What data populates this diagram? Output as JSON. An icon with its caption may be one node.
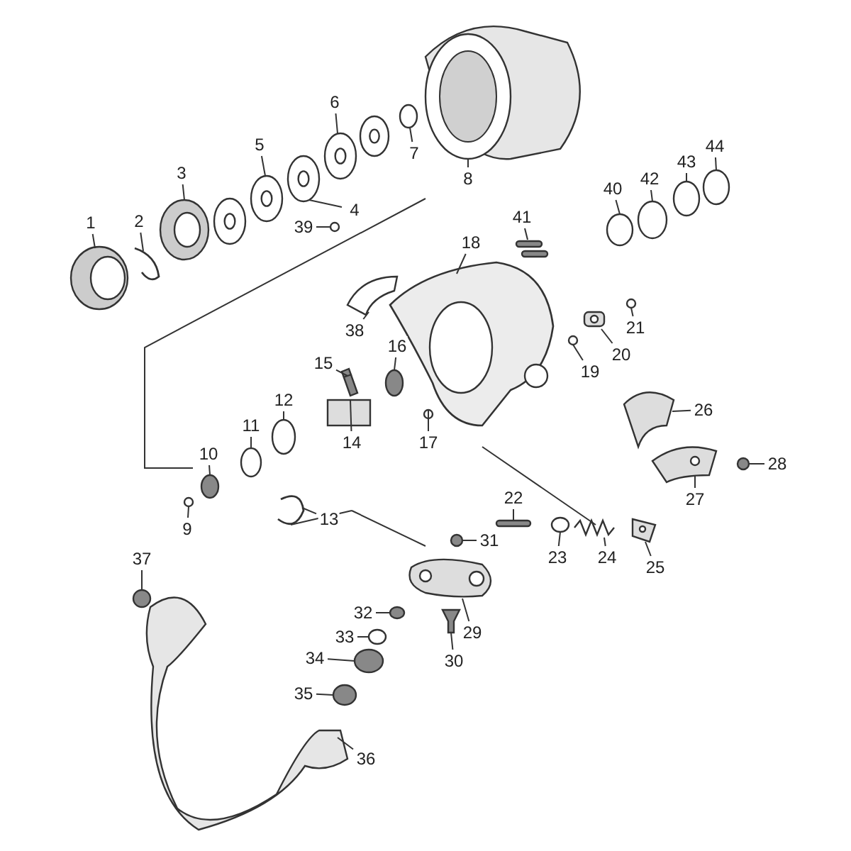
{
  "diagram": {
    "nodes": [
      {
        "text": [
          "1"
        ]
      },
      {
        "text": [
          "2"
        ]
      },
      {
        "text": [
          "3"
        ]
      },
      {
        "text": [
          "4"
        ]
      },
      {
        "text": [
          "5"
        ]
      },
      {
        "text": [
          "6"
        ]
      },
      {
        "text": [
          "7"
        ]
      },
      {
        "text": [
          "8"
        ]
      },
      {
        "text": [
          "9"
        ]
      },
      {
        "text": [
          "10"
        ]
      },
      {
        "text": [
          "11"
        ]
      },
      {
        "text": [
          "12"
        ]
      },
      {
        "text": [
          "13"
        ]
      },
      {
        "text": [
          "14"
        ]
      },
      {
        "text": [
          "15"
        ]
      },
      {
        "text": [
          "16"
        ]
      },
      {
        "text": [
          "17"
        ]
      },
      {
        "text": [
          "18"
        ]
      },
      {
        "text": [
          "19"
        ]
      },
      {
        "text": [
          "20"
        ]
      },
      {
        "text": [
          "21"
        ]
      },
      {
        "text": [
          "22"
        ]
      },
      {
        "text": [
          "23"
        ]
      },
      {
        "text": [
          "24"
        ]
      },
      {
        "text": [
          "25"
        ]
      },
      {
        "text": [
          "26"
        ]
      },
      {
        "text": [
          "27"
        ]
      },
      {
        "text": [
          "28"
        ]
      },
      {
        "text": [
          "29"
        ]
      },
      {
        "text": [
          "30"
        ]
      },
      {
        "text": [
          "31"
        ]
      },
      {
        "text": [
          "32"
        ]
      },
      {
        "text": [
          "33"
        ]
      },
      {
        "text": [
          "34"
        ]
      },
      {
        "text": [
          "35"
        ]
      },
      {
        "text": [
          "36"
        ]
      },
      {
        "text": [
          "37"
        ]
      },
      {
        "text": [
          "38"
        ]
      },
      {
        "text": [
          "39"
        ]
      },
      {
        "text": [
          "40"
        ]
      },
      {
        "text": [
          "41"
        ]
      },
      {
        "text": [
          "42"
        ]
      },
      {
        "text": [
          "43"
        ]
      },
      {
        "text": [
          "44"
        ]
      },
      {
        "text": [],
        "shape": "picture"
      },
      {
        "text": [],
        "shape": "picture"
      },
      {
        "text": [],
        "shape": "picture"
      },
      {
        "text": [],
        "shape": "picture"
      },
      {
        "text": [],
        "shape": "picture"
      },
      {
        "text": [],
        "shape": "picture"
      },
      {
        "text": [],
        "shape": "circle"
      },
      {
        "text": [],
        "shape": "picture"
      },
      {
        "text": [],
        "shape": "circle"
      },
      {
        "text": [],
        "shape": "circle"
      },
      {
        "text": [],
        "shape": "circle"
      },
      {
        "text": [],
        "shape": "circle"
      },
      {
        "text": [],
        "shape": "picture"
      },
      {
        "text": [],
        "shape": "box"
      },
      {
        "text": [],
        "shape": "picture"
      },
      {
        "text": [],
        "shape": "circle"
      },
      {
        "text": [],
        "shape": "circle"
      },
      {
        "text": [],
        "shape": "picture"
      },
      {
        "text": [],
        "shape": "circle"
      },
      {
        "text": [],
        "shape": "picture"
      },
      {
        "text": [],
        "shape": "circle"
      },
      {
        "text": [],
        "shape": "bar"
      },
      {
        "text": [],
        "shape": "circle"
      },
      {
        "text": [],
        "shape": "picture"
      },
      {
        "text": [],
        "shape": "picture"
      },
      {
        "text": [],
        "shape": "picture"
      },
      {
        "text": [],
        "shape": "picture"
      },
      {
        "text": [],
        "shape": "circle"
      },
      {
        "text": [],
        "shape": "picture"
      },
      {
        "text": [],
        "shape": "picture"
      },
      {
        "text": [],
        "shape": "circle"
      },
      {
        "text": [],
        "shape": "circle"
      },
      {
        "text": [],
        "shape": "circle"
      },
      {
        "text": [],
        "shape": "circle"
      },
      {
        "text": [],
        "shape": "circle"
      },
      {
        "text": [],
        "shape": "picture"
      },
      {
        "text": [],
        "shape": "circle"
      },
      {
        "text": [],
        "shape": "picture"
      },
      {
        "text": [],
        "shape": "circle"
      },
      {
        "text": [],
        "shape": "circle"
      },
      {
        "text": [],
        "shape": "picture"
      },
      {
        "text": [],
        "shape": "circle"
      },
      {
        "text": [],
        "shape": "circle"
      },
      {
        "text": [],
        "shape": "circle"
      }
    ],
    "edges": [
      {
        "from": 0,
        "to": 44,
        "arrow": "none"
      },
      {
        "from": 1,
        "to": 45,
        "arrow": "none"
      },
      {
        "from": 2,
        "to": 46,
        "arrow": "none"
      },
      {
        "from": 3,
        "to": 47,
        "arrow": "none"
      },
      {
        "from": 4,
        "to": 48,
        "arrow": "none"
      },
      {
        "from": 5,
        "to": 49,
        "arrow": "none"
      },
      {
        "from": 6,
        "to": 50,
        "arrow": "none"
      },
      {
        "from": 7,
        "to": 51,
        "arrow": "none"
      },
      {
        "from": 8,
        "to": 52,
        "arrow": "none"
      },
      {
        "from": 9,
        "to": 53,
        "arrow": "none"
      },
      {
        "from": 10,
        "to": 54,
        "arrow": "none"
      },
      {
        "from": 11,
        "to": 55,
        "arrow": "none"
      },
      {
        "from": 12,
        "to": 56,
        "arrow": "none"
      },
      {
        "from": 13,
        "to": 57,
        "arrow": "none"
      },
      {
        "from": 14,
        "to": 58,
        "arrow": "none"
      },
      {
        "from": 15,
        "to": 59,
        "arrow": "none"
      },
      {
        "from": 16,
        "to": 60,
        "arrow": "none"
      },
      {
        "from": 17,
        "to": 61,
        "arrow": "none"
      },
      {
        "from": 18,
        "to": 62,
        "arrow": "none"
      },
      {
        "from": 19,
        "to": 63,
        "arrow": "none"
      },
      {
        "from": 20,
        "to": 64,
        "arrow": "none"
      },
      {
        "from": 21,
        "to": 65,
        "arrow": "none"
      },
      {
        "from": 22,
        "to": 66,
        "arrow": "none"
      },
      {
        "from": 23,
        "to": 67,
        "arrow": "none"
      },
      {
        "from": 24,
        "to": 68,
        "arrow": "none"
      },
      {
        "from": 25,
        "to": 69,
        "arrow": "none"
      },
      {
        "from": 26,
        "to": 70,
        "arrow": "none"
      },
      {
        "from": 27,
        "to": 71,
        "arrow": "none"
      },
      {
        "from": 28,
        "to": 72,
        "arrow": "none"
      },
      {
        "from": 29,
        "to": 73,
        "arrow": "none"
      },
      {
        "from": 30,
        "to": 74,
        "arrow": "none"
      },
      {
        "from": 31,
        "to": 75,
        "arrow": "none"
      },
      {
        "from": 32,
        "to": 76,
        "arrow": "none"
      },
      {
        "from": 33,
        "to": 77,
        "arrow": "none"
      },
      {
        "from": 34,
        "to": 78,
        "arrow": "none"
      },
      {
        "from": 35,
        "to": 79,
        "arrow": "none"
      },
      {
        "from": 36,
        "to": 80,
        "arrow": "none"
      },
      {
        "from": 37,
        "to": 81,
        "arrow": "none"
      },
      {
        "from": 38,
        "to": 82,
        "arrow": "none"
      },
      {
        "from": 39,
        "to": 83,
        "arrow": "none"
      },
      {
        "from": 40,
        "to": 84,
        "arrow": "none"
      },
      {
        "from": 41,
        "to": 85,
        "arrow": "none"
      },
      {
        "from": 42,
        "to": 86,
        "arrow": "none"
      },
      {
        "from": 43,
        "to": 87,
        "arrow": "none"
      }
    ]
  }
}
